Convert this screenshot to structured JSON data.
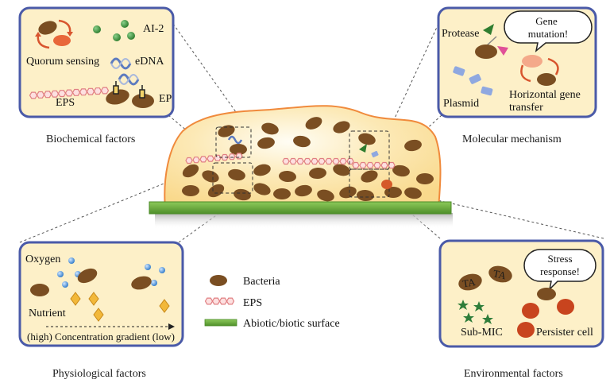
{
  "panels": {
    "biochemical": {
      "caption": "Biochemical factors",
      "labels": {
        "ai2": "AI-2",
        "quorum": "Quorum sensing",
        "edna": "eDNA",
        "eps": "EPS",
        "ep": "EP"
      }
    },
    "molecular": {
      "caption": "Molecular mechanism",
      "labels": {
        "protease": "Protease",
        "gene_bubble": [
          "Gene",
          "mutation!"
        ],
        "plasmid": "Plasmid",
        "hgt": [
          "Horizontal gene",
          "transfer"
        ]
      }
    },
    "physiological": {
      "caption": "Physiological factors",
      "labels": {
        "oxygen": "Oxygen",
        "nutrient": "Nutrient",
        "gradient": "(high) Concentration gradient (low)"
      }
    },
    "environmental": {
      "caption": "Environmental factors",
      "labels": {
        "ta": "TA",
        "stress_bubble": [
          "Stress",
          "response!"
        ],
        "submic": "Sub-MIC",
        "persister": "Persister cell"
      }
    }
  },
  "legend": [
    {
      "label": "Bacteria"
    },
    {
      "label": "EPS"
    },
    {
      "label": "Abiotic/biotic surface"
    }
  ],
  "colors": {
    "panel_border": "#4a5aa8",
    "panel_fill": "#fdf0c8",
    "bacteria": "#7a4e22",
    "eps_fill": "#fde0e0",
    "eps_stroke": "#e07f82",
    "surface": "#6cb03c",
    "biofilm_edge": "#f08a3c",
    "biofilm_fill": "#fbe3a3",
    "persister": "#c8441e"
  }
}
